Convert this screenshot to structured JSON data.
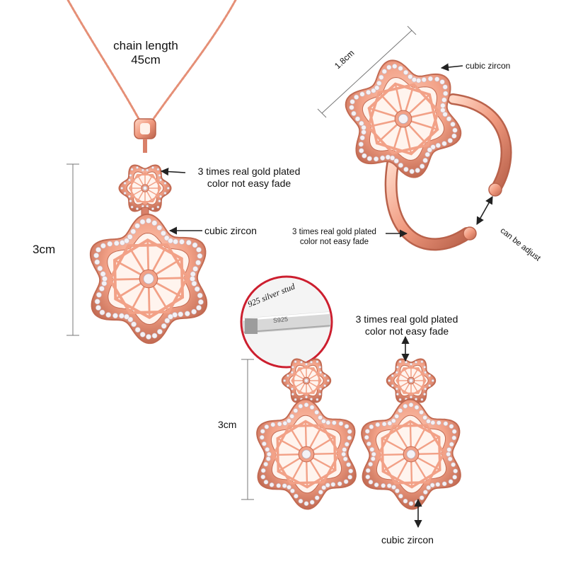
{
  "colors": {
    "metal": "#f2a187",
    "metal_dark": "#c26a52",
    "metal_light": "#ffd2c0",
    "zircon": "#f4f2f6",
    "dimension_line": "#777777",
    "text": "#111111"
  },
  "necklace": {
    "chain_length_label": "chain length",
    "chain_length_value": "45cm",
    "size_label": "3cm",
    "plating_line1": "3 times real gold plated",
    "plating_line2": "color not easy fade",
    "zircon_label": "cubic zircon"
  },
  "ring": {
    "size_label": "1.8cm",
    "zircon_label": "cubic zircon",
    "plating_line1": "3 times real gold plated",
    "plating_line2": "color not easy fade",
    "adjust_label": "can be adjust"
  },
  "earrings": {
    "stud_badge": "925 silver stud",
    "stud_stamp": "S925",
    "size_label": "3cm",
    "plating_line1": "3 times real gold plated",
    "plating_line2": "color not easy fade",
    "zircon_label": "cubic zircon"
  }
}
